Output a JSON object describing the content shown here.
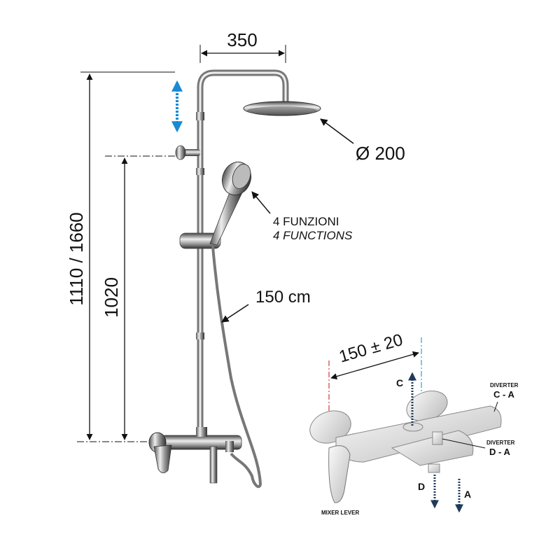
{
  "dimensions": {
    "arm_length": "350",
    "head_diameter": "Ø 200",
    "total_height": "1110 / 1660",
    "mixer_height": "1020",
    "hose_length": "150 cm",
    "inlet_spacing": "150 ± 20"
  },
  "hand_shower": {
    "label_it": "4 FUNZIONI",
    "label_en": "4 FUNCTIONS"
  },
  "mixer_detail": {
    "outlet_c": "C",
    "outlet_d": "D",
    "outlet_a": "A",
    "diverter_1_title": "DIVERTER",
    "diverter_1_value": "C - A",
    "diverter_2_title": "DIVERTER",
    "diverter_2_value": "D - A",
    "lever_label": "MIXER LEVER"
  },
  "colors": {
    "adjust_arrow": "#1a8ad4",
    "flow_arrow": "#1f3a5a",
    "left_axis": "#d43a3a",
    "right_axis": "#2a9fd8"
  }
}
